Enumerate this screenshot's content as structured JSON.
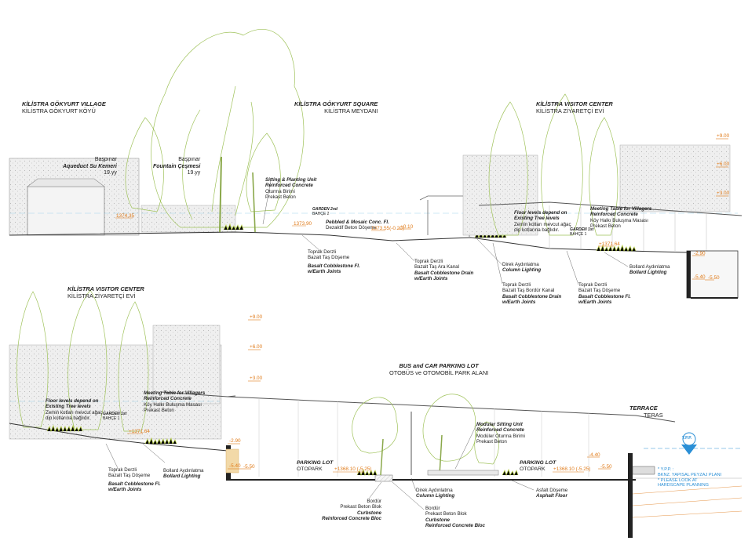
{
  "section_top": {
    "village": {
      "title_en": "KİLİSTRA GÖKYURT VILLAGE",
      "title_tr": "KİLİSTRA GÖKYURT KÖYÜ"
    },
    "square": {
      "title_en": "KİLİSTRA GÖKYURT SQUARE",
      "title_tr": "KİLİSTRA MEYDANI"
    },
    "visitor_center": {
      "title_en": "KİLİSTRA VISITOR CENTER",
      "title_tr": "KİLİSTRA ZİYARETÇİ EVİ"
    },
    "aqueduct": {
      "line1": "Başpınar",
      "line2": "Aqueduct Su Kemeri",
      "line3": "19.yy"
    },
    "fountain": {
      "line1": "Başpınar",
      "line2": "Fountain Çeşmesi",
      "line3": "19.yy"
    },
    "sitting_unit": {
      "en1": "Sitting & Planting Unit",
      "en2": "Reinforced Concrete",
      "tr1": "Oturma Birimi",
      "tr2": "Prekast Beton"
    },
    "garden2": {
      "line1": "GARDEN 2nd",
      "line2": "BAHÇE 2"
    },
    "pebbled": {
      "en": "Pebbled & Mosaic Conc. Fl.",
      "tr": "Dezaktif Beton Döşeme"
    },
    "floor_levels": {
      "en1": "Floor levels depend on",
      "en2": "Existing Tree levels",
      "tr1": "Zemin kotları mevcut ağaç",
      "tr2": "dip kotlarına bağlıdır."
    },
    "meeting_table": {
      "en1": "Meeting Table for Villagers",
      "en2": "Reinforced Concrete",
      "tr1": "Köy Halkı Buluşma Masası",
      "tr2": "Prekast Beton"
    },
    "garden1": {
      "line1": "GARDEN 1st",
      "line2": "BAHÇE 1"
    },
    "levels": {
      "l1": "1374.35",
      "l2": "1373.90",
      "l3": "1373.55(-0.20)",
      "l4": "+0.10",
      "l5": "+1371.64",
      "l6": "+9.00",
      "l7": "+6.00",
      "l8": "+3.00",
      "l9": "-2.90",
      "l10": "-5.40",
      "l11": "-5.50"
    },
    "cobble1": {
      "tr1": "Toprak Derzli",
      "tr2": "Bazalt Taş Döşeme",
      "en1": "Basalt Cobblestone Fl.",
      "en2": "w/Earth Joints"
    },
    "drain1": {
      "tr1": "Toprak Derzli",
      "tr2": "Bazalt Taş Ara Kanal",
      "en1": "Basalt Cobblestone Drain",
      "en2": "w/Earth Joints"
    },
    "column_light": {
      "tr": "Direk Aydınlatma",
      "en": "Column Lighting"
    },
    "drain2": {
      "tr1": "Toprak Derzli",
      "tr2": "Bazalt Taş Bordür Kanal",
      "en1": "Basalt Cobblestone Drain",
      "en2": "w/Earth Joints"
    },
    "cobble2": {
      "tr1": "Toprak Derzli",
      "tr2": "Bazalt Taş Döşeme",
      "en1": "Basalt Cobblestone Fl.",
      "en2": "w/Earth Joints"
    },
    "bollard": {
      "tr": "Bollard Aydınlatma",
      "en": "Bollard Lighting"
    }
  },
  "section_bottom": {
    "visitor_center": {
      "title_en": "KİLİSTRA VISITOR CENTER",
      "title_tr": "KİLİSTRA ZİYARETÇİ EVİ"
    },
    "parking_lot_title": {
      "en": "BUS and CAR PARKING LOT",
      "tr": "OTOBÜS ve OTOMOBİL PARK ALANI"
    },
    "terrace": {
      "en": "TERRACE",
      "tr": "TERAS"
    },
    "floor_levels": {
      "en1": "Floor levels depend on",
      "en2": "Existing Tree levels",
      "tr1": "Zemin kotları mevcut ağaç",
      "tr2": "dip kotlarına bağlıdır."
    },
    "meeting_table": {
      "en1": "Meeting Table for Villagers",
      "en2": "Reinforced Concrete",
      "tr1": "Köy Halkı Buluşma Masası",
      "tr2": "Prekast Beton"
    },
    "garden1": {
      "line1": "GARDEN 1st",
      "line2": "BAHÇE 1"
    },
    "modular_unit": {
      "en1": "Modular Sitting Unit",
      "en2": "Reinforced Concrete",
      "tr1": "Modüler Oturma Birimi",
      "tr2": "Prekast Beton"
    },
    "parking_left": {
      "en": "PARKING LOT",
      "tr": "OTOPARK",
      "level": "+1368.10 (-5.25)"
    },
    "parking_right": {
      "en": "PARKING LOT",
      "tr": "OTOPARK",
      "level": "+1368.10 (-5.25)"
    },
    "levels": {
      "l1": "+9.00",
      "l2": "+6.00",
      "l3": "+3.00",
      "l4": "+1371.64",
      "l5": "-2.90",
      "l6": "-5.40",
      "l7": "-5.50",
      "l8": "-4.40",
      "l9": "-5.50"
    },
    "ypp": {
      "mark": "Y.P.P.",
      "n1": "* Y.P.P. :",
      "n2": "BKNZ. YAPISAL PEYZAJ PLANI",
      "n3": "* PLEASE LOOK AT",
      "n4": "HARDSCAPE PLANNING"
    },
    "cobble": {
      "tr1": "Toprak Derzli",
      "tr2": "Bazalt Taş Döşeme",
      "en1": "Basalt Cobblestone Fl.",
      "en2": "w/Earth Joints"
    },
    "bollard": {
      "tr": "Bollard Aydınlatma",
      "en": "Bollard Lighting"
    },
    "curb1": {
      "tr1": "Bordür",
      "tr2": "Prekast Beton Blok",
      "en1": "Curbstone",
      "en2": "Reinforced Concrete Bloc"
    },
    "column_light": {
      "tr": "Direk Aydınlatma",
      "en": "Column Lighting"
    },
    "curb2": {
      "tr1": "Bordür",
      "tr2": "Prekast Beton Blok",
      "en1": "Curbstone",
      "en2": "Reinforced Concrete Bloc"
    },
    "asphalt": {
      "tr": "Asfalt Döşeme",
      "en": "Asphalt Floor"
    }
  }
}
